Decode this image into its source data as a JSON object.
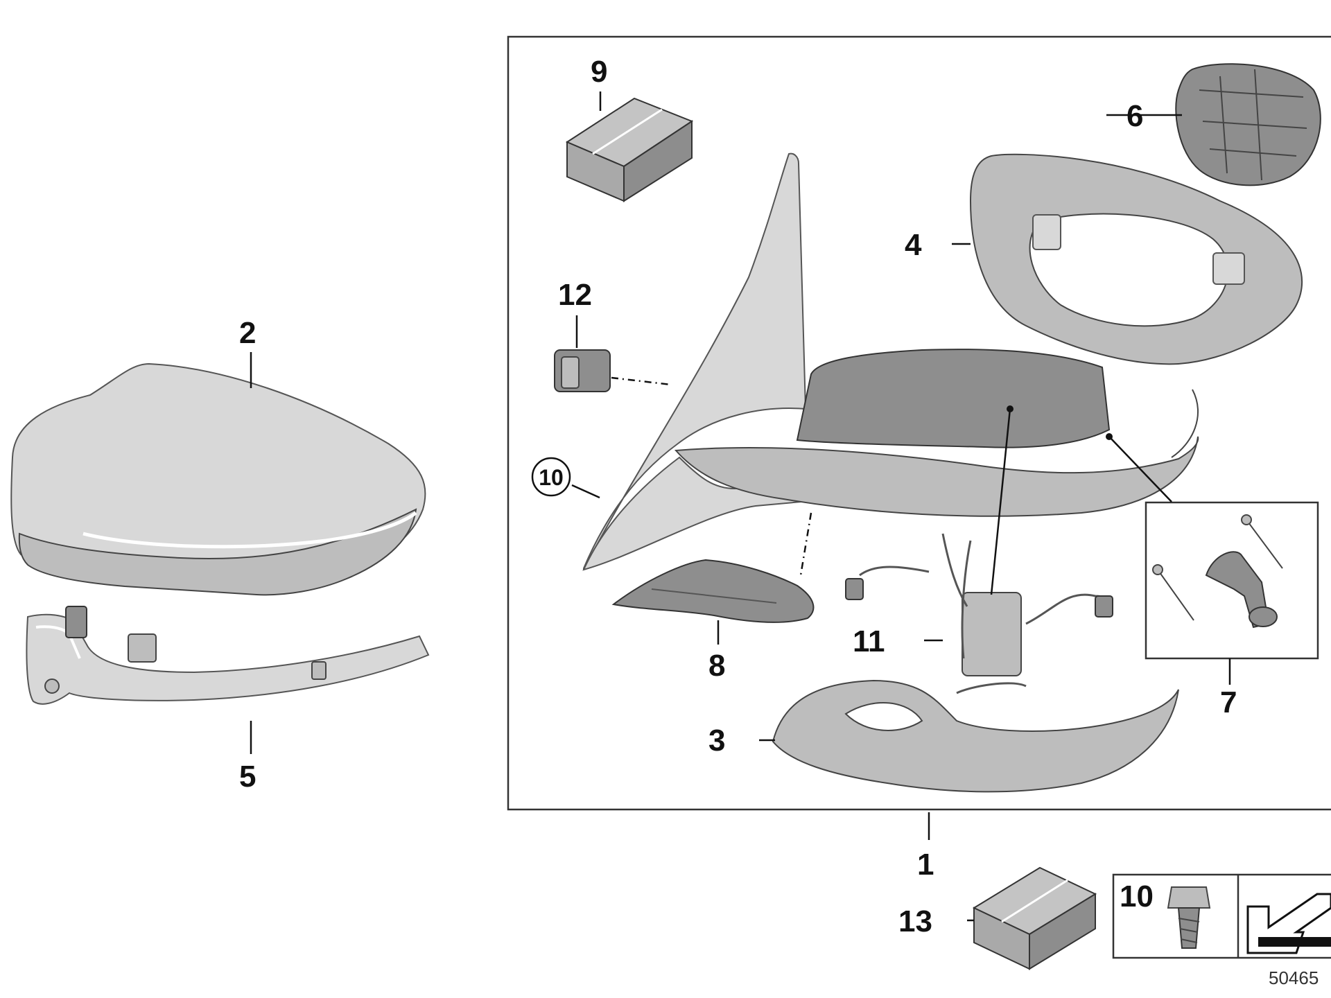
{
  "diagram": {
    "callouts": {
      "c1": "1",
      "c2": "2",
      "c3": "3",
      "c4": "4",
      "c5": "5",
      "c6": "6",
      "c7": "7",
      "c8": "8",
      "c9": "9",
      "c10_circled": "10",
      "c10_legend": "10",
      "c11": "11",
      "c12": "12",
      "c13": "13"
    },
    "catalog_number": "50465"
  }
}
